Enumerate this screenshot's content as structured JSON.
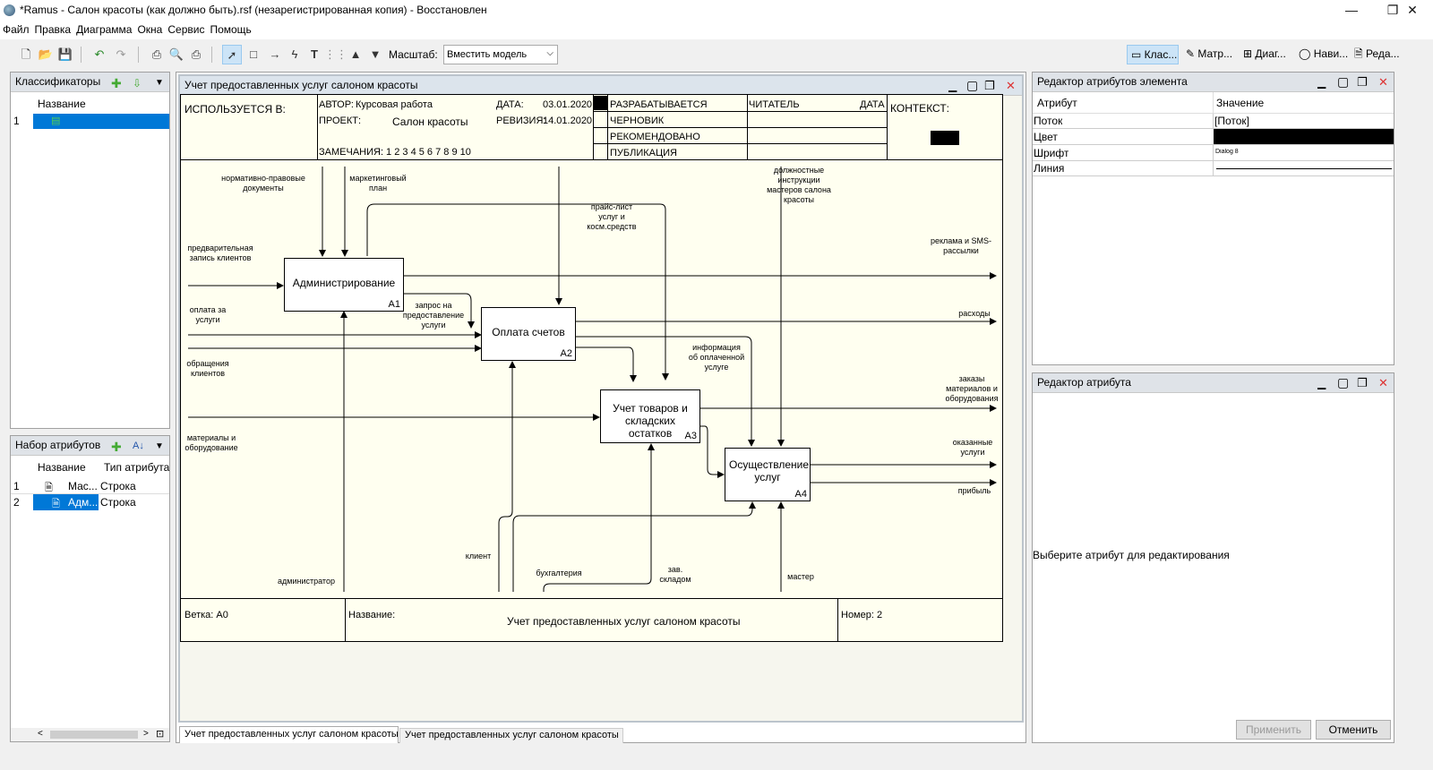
{
  "window": {
    "title": "*Ramus - Салон красоты (как должно быть).rsf (незарегистрированная копия) - Восстановлен",
    "min": "—",
    "max": "❐",
    "close": "✕"
  },
  "menu": [
    "Файл",
    "Правка",
    "Диаграмма",
    "Окна",
    "Сервис",
    "Помощь"
  ],
  "toolbar": {
    "scale_label": "Масштаб:",
    "scale_value": "Вместить модель",
    "right_tabs": [
      "Клас...",
      "Матр...",
      "Диаг...",
      "Нави...",
      "Реда..."
    ]
  },
  "classifiers": {
    "title": "Классификаторы",
    "col": "Название",
    "rows": [
      {
        "n": "1"
      }
    ]
  },
  "attrset": {
    "title": "Набор атрибутов",
    "cols": [
      "Название",
      "Тип атрибута"
    ],
    "rows": [
      {
        "n": "1",
        "name": "Мас...",
        "type": "Строка"
      },
      {
        "n": "2",
        "name": "Адм...",
        "type": "Строка"
      }
    ]
  },
  "diagram_window": {
    "title": "Учет предоставленных услуг салоном красоты"
  },
  "idef": {
    "used_in": "ИСПОЛЬЗУЕТСЯ В:",
    "author_label": "АВТОР:",
    "author": "Курсовая работа",
    "project_label": "ПРОЕКТ:",
    "project": "Салон красоты",
    "date_label": "ДАТА:",
    "date": "03.01.2020",
    "rev_label": "РЕВИЗИЯ:",
    "rev": "14.01.2020",
    "notes": "ЗАМЕЧАНИЯ:  1  2  3  4  5  6  7  8  9  10",
    "status": [
      "РАЗРАБАТЫВАЕТСЯ",
      "ЧЕРНОВИК",
      "РЕКОМЕНДОВАНО",
      "ПУБЛИКАЦИЯ"
    ],
    "reader": "ЧИТАТЕЛЬ",
    "reader_date": "ДАТА",
    "context": "КОНТЕКСТ:",
    "branch": "Ветка: А0",
    "name_label": "Название:",
    "name": "Учет предоставленных услуг салоном красоты",
    "number": "Номер: 2"
  },
  "boxes": [
    {
      "title": "Администрирование",
      "num": "A1"
    },
    {
      "title": "Оплата счетов",
      "num": "A2"
    },
    {
      "title": "Учет товаров и складских остатков",
      "num": "A3"
    },
    {
      "title": "Осуществление услуг",
      "num": "A4"
    }
  ],
  "arrows": {
    "a1": "нормативно-правовые документы",
    "a2": "маркетинговый план",
    "a3": "прайс-лист услуг и косм.средств",
    "a4": "должностные инструкции мастеров салона красоты",
    "a5": "предварительная запись клиентов",
    "a6": "оплата за услуги",
    "a7": "обращения клиентов",
    "a8": "материалы и оборудование",
    "a9": "реклама и SMS-рассылки",
    "a10": "расходы",
    "a11": "заказы материалов и оборудования",
    "a12": "оказанные услуги",
    "a13": "прибыль",
    "a14": "запрос на предоставление услуги",
    "a15": "информация об оплаченной услуге",
    "a16": "администратор",
    "a17": "клиент",
    "a18": "бухгалтерия",
    "a19": "зав. складом",
    "a20": "мастер"
  },
  "tabs": [
    "Учет предоставленных услуг салоном красоты",
    "Учет предоставленных услуг салоном красоты"
  ],
  "attr_editor": {
    "title": "Редактор атрибутов элемента",
    "cols": [
      "Атрибут",
      "Значение"
    ],
    "rows": [
      {
        "a": "Поток",
        "v": "[Поток]"
      },
      {
        "a": "Цвет",
        "v": ""
      },
      {
        "a": "Шрифт",
        "v": "Dialog 8"
      },
      {
        "a": "Линия",
        "v": ""
      }
    ]
  },
  "attr_single": {
    "title": "Редактор атрибута",
    "hint": "Выберите атрибут для редактирования",
    "apply": "Применить",
    "cancel": "Отменить"
  }
}
